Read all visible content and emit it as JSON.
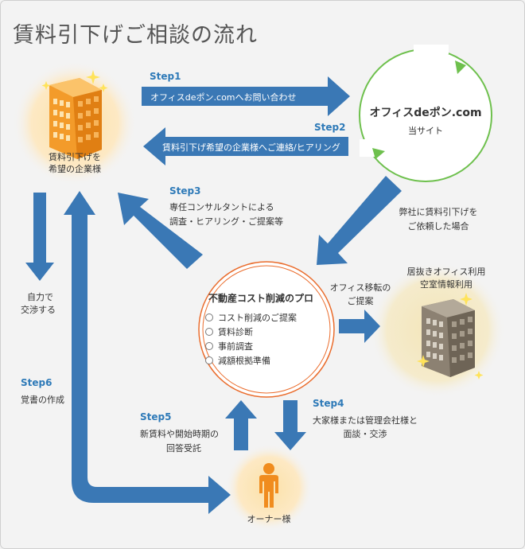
{
  "title": "賃料引下げご相談の流れ",
  "nodes": {
    "client": {
      "line1": "賃料引下げを",
      "line2": "希望の企業様"
    },
    "ofice": {
      "name": "オフィスdeポン.com",
      "sub": "当サイト"
    },
    "pro": {
      "title": "不動産コスト削減のプロ",
      "items": [
        "コスト削減のご提案",
        "賃料診断",
        "事前調査",
        "減額根拠準備"
      ]
    },
    "vacancy": {
      "line1": "居抜きオフィス利用",
      "line2": "空室情報利用"
    },
    "owner": {
      "label": "オーナー様"
    }
  },
  "steps": {
    "step1": {
      "label": "Step1",
      "text": "オフィスdeポン.comへお問い合わせ"
    },
    "step2": {
      "label": "Step2",
      "text": "賃料引下げ希望の企業様へご連絡/ヒアリング"
    },
    "step3": {
      "label": "Step3",
      "line1": "専任コンサルタントによる",
      "line2": "調査・ヒアリング・ご提案等"
    },
    "step4": {
      "label": "Step4",
      "line1": "大家様または管理会社様と",
      "line2": "面談・交渉"
    },
    "step5": {
      "label": "Step5",
      "line1": "新賃料や開始時期の",
      "line2": "回答受託"
    },
    "step6": {
      "label": "Step6",
      "text": "覚書の作成"
    }
  },
  "labels": {
    "request": {
      "line1": "弊社に賃料引下げを",
      "line2": "ご依頼した場合"
    },
    "self": {
      "line1": "自力で",
      "line2": "交渉する"
    },
    "relocation": {
      "line1": "オフィス移転の",
      "line2": "ご提案"
    }
  },
  "colors": {
    "arrow": "#3a78b5",
    "orange_building": "#f29b2c",
    "gray_building": "#8a7f70",
    "green_circle": "#5cbf3a",
    "orange_circle": "#e8692a",
    "step_text": "#2e7ab8"
  }
}
